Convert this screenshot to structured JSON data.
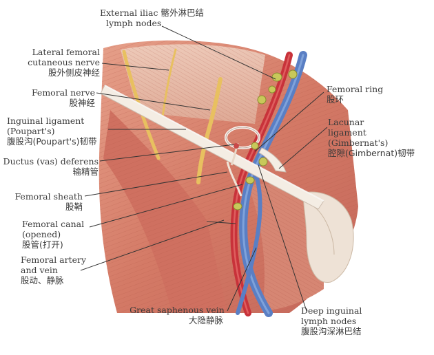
{
  "labels": {
    "external_iliac": {
      "en": [
        "External iliac",
        "lymph nodes"
      ],
      "zh": "髂外淋巴结"
    },
    "lateral_femoral_cutaneous": {
      "en": [
        "Lateral femoral",
        "cutaneous nerve"
      ],
      "zh": "股外侧皮神经"
    },
    "femoral_nerve": {
      "en": [
        "Femoral nerve"
      ],
      "zh": "股神经"
    },
    "inguinal_ligament": {
      "en": [
        "Inguinal ligament",
        "(Poupart's)"
      ],
      "zh": "腹股沟(Poupart's)韧带"
    },
    "ductus_deferens": {
      "en": [
        "Ductus (vas) deferens"
      ],
      "zh": "输精管"
    },
    "femoral_sheath": {
      "en": [
        "Femoral sheath"
      ],
      "zh": "股鞘"
    },
    "femoral_canal": {
      "en": [
        "Femoral canal",
        "(opened)"
      ],
      "zh": "股管(打开)"
    },
    "femoral_artery_vein": {
      "en": [
        "Femoral artery",
        "and vein"
      ],
      "zh": "股动、静脉"
    },
    "great_saphenous": {
      "en": [
        "Great saphenous vein"
      ],
      "zh": "大隐静脉"
    },
    "femoral_ring": {
      "en": [
        "Femoral ring"
      ],
      "zh": "股环"
    },
    "lacunar_ligament": {
      "en": [
        "Lacunar",
        "ligament",
        "(Gimbernat's)"
      ],
      "zh": "腔隙(Gimbernat)韧带"
    },
    "deep_inguinal": {
      "en": [
        "Deep inguinal",
        "lymph nodes"
      ],
      "zh": "腹股沟深淋巴结"
    }
  },
  "colors": {
    "muscle": "#d9826f",
    "muscle_dark": "#b85a4a",
    "fascia": "#e9c4b2",
    "artery": "#c8323a",
    "vein": "#5a7fc4",
    "node": "#c8c85a",
    "nerve": "#e8c060",
    "ligament": "#f4ede4",
    "leader": "#333333"
  }
}
